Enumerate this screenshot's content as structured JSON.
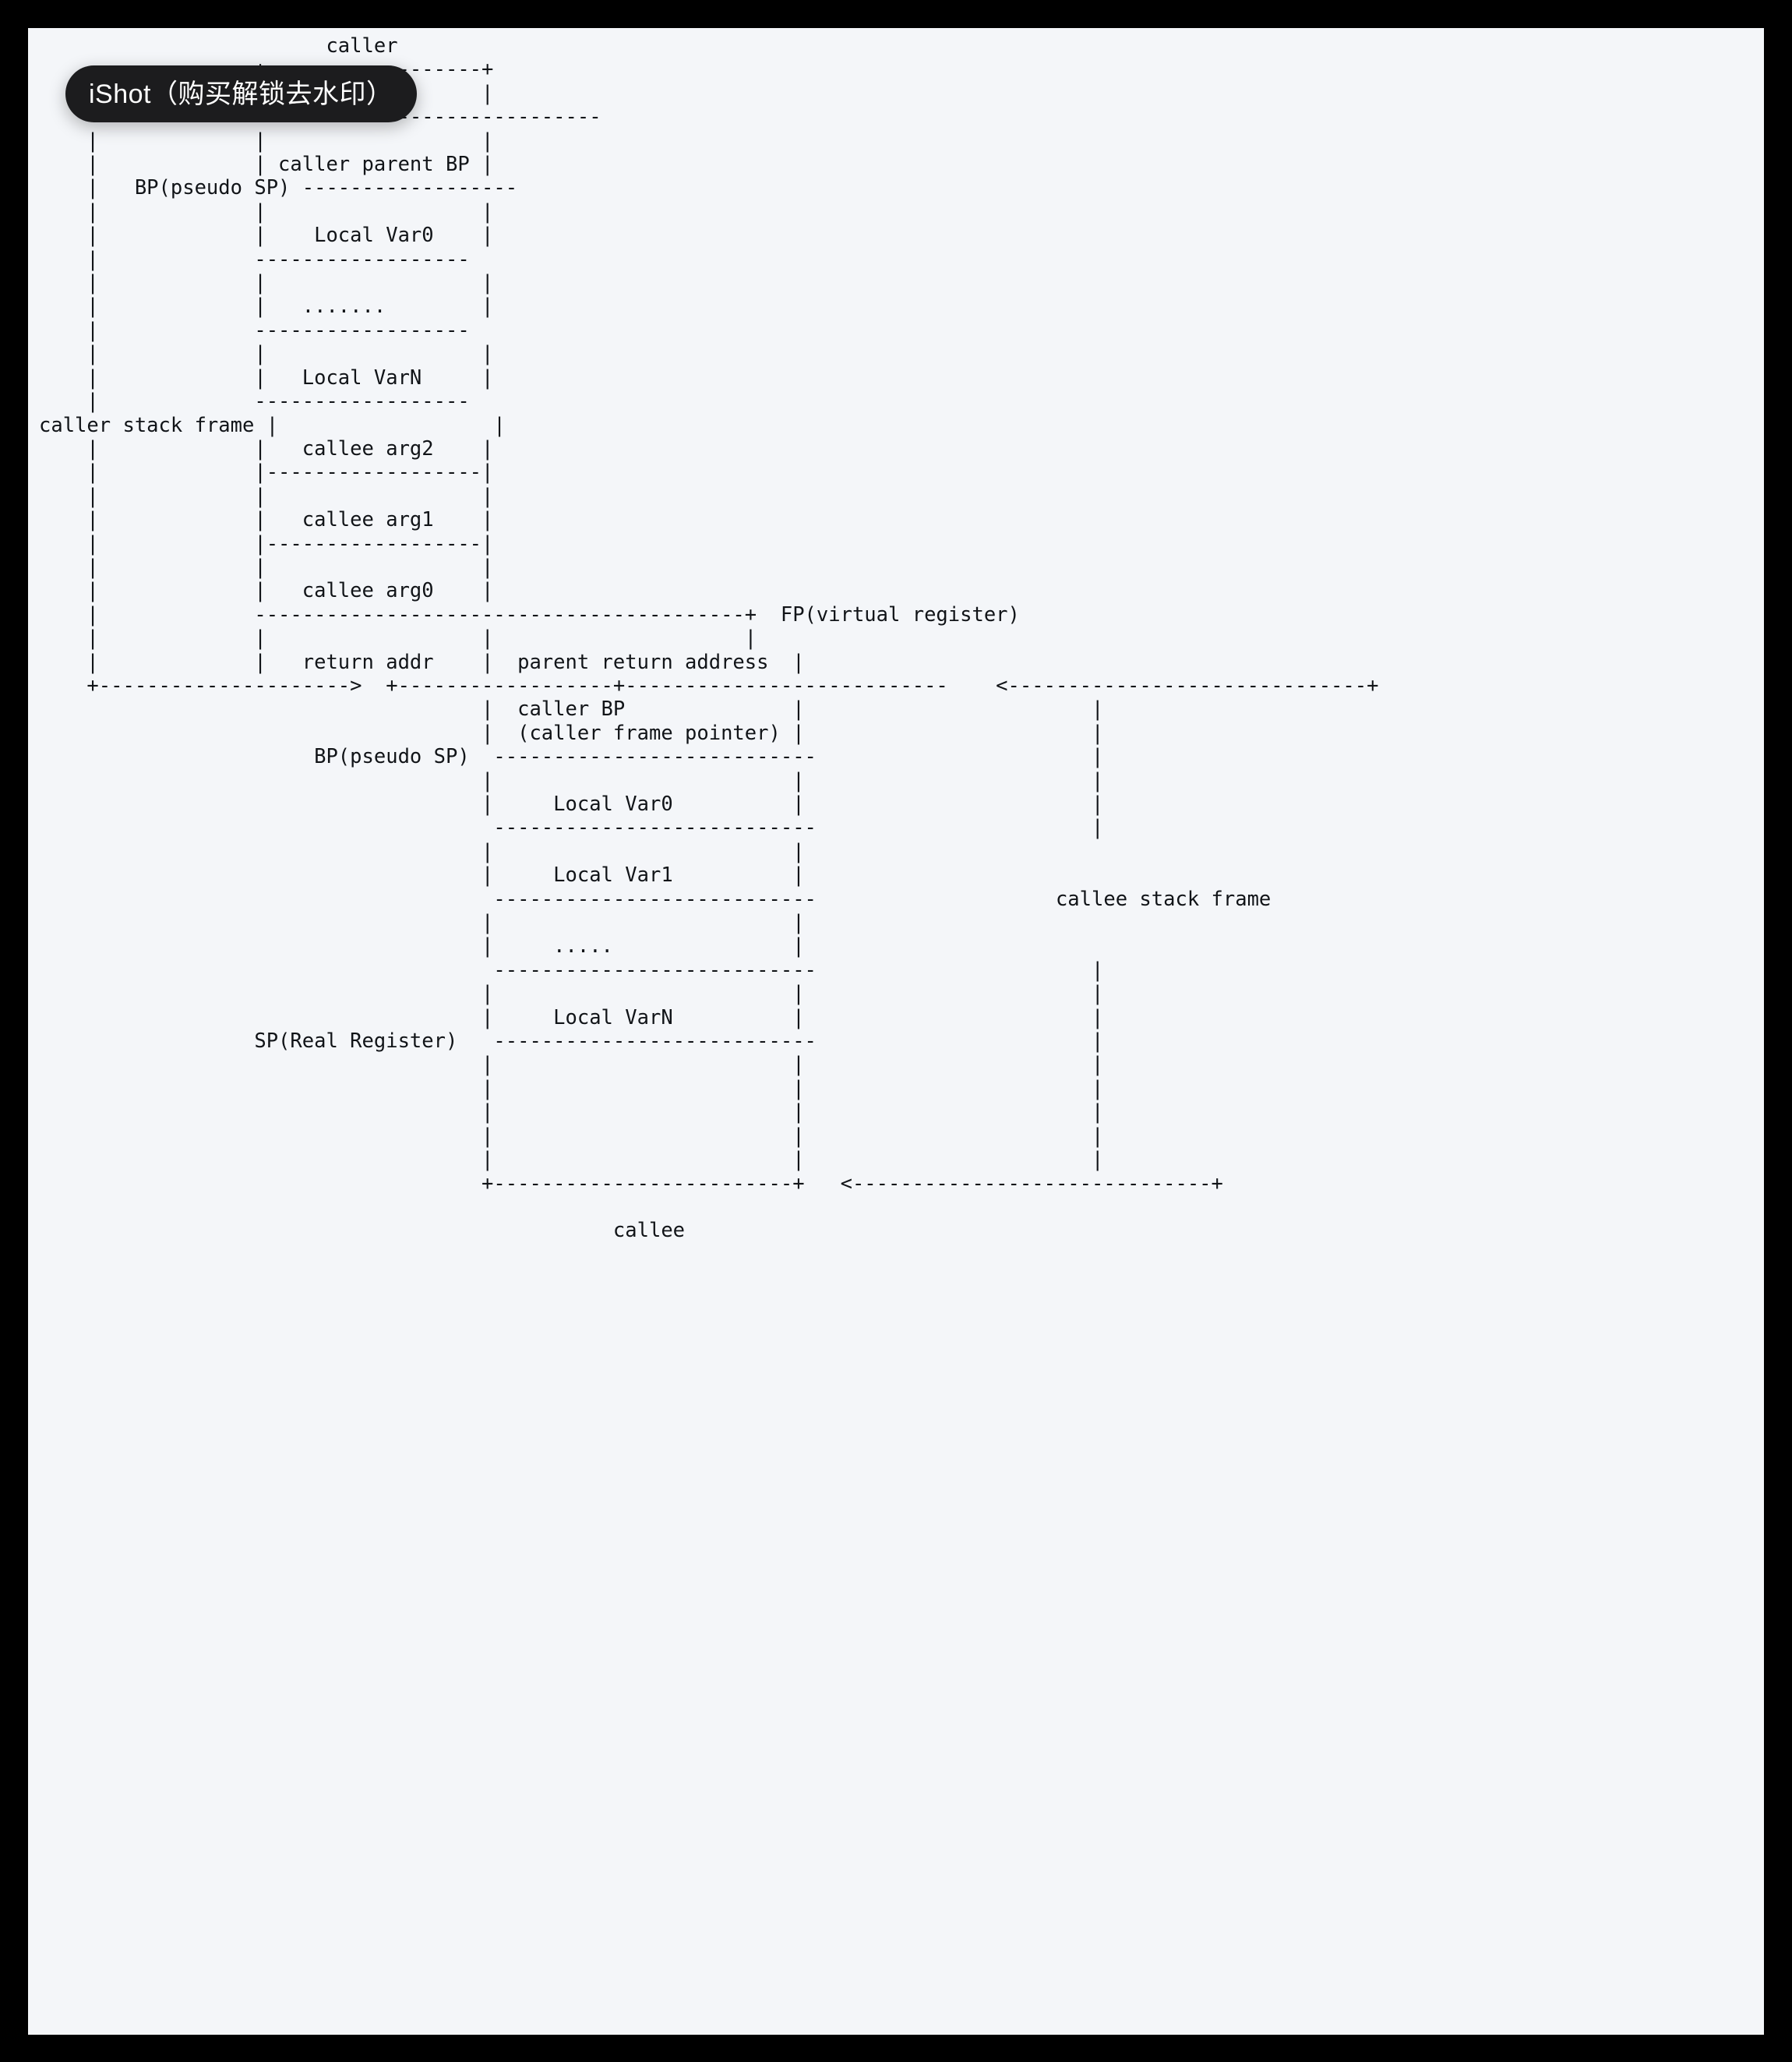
{
  "window": {
    "background_color": "#000000",
    "canvas_color": "#f4f6f9",
    "text_color": "#111418"
  },
  "watermark": {
    "label": "iShot（购买解锁去水印）",
    "background_color": "#1c1c1e",
    "text_color": "#ffffff"
  },
  "diagram": {
    "type": "ascii-art",
    "title_top": "caller",
    "title_bottom": "callee",
    "labels": {
      "caller_stack_frame": "caller stack frame",
      "callee_stack_frame": "callee stack frame",
      "fp_virtual_register": "FP(virtual register)",
      "sp_real_register": "SP(Real Register)",
      "bp_pseudo_sp": "BP(pseudo SP)"
    },
    "caller_frame_slots": [
      "caller parent BP",
      "Local Var0",
      ".......",
      "Local VarN",
      "callee arg2",
      "callee arg1",
      "callee arg0",
      "return addr"
    ],
    "callee_frame_slots": [
      "parent return address",
      "caller BP",
      "(caller frame pointer)",
      "Local Var0",
      "Local Var1",
      ".....",
      "Local VarN"
    ],
    "art": "                        caller\n                  +------------------+\n                  |                  |\n    +--------------------->  ------------------\n    |             |                  |\n    |             | caller parent BP |\n    |   BP(pseudo SP) ------------------\n    |             |                  |\n    |             |    Local Var0    |\n    |             ------------------\n    |             |                  |\n    |             |   .......        |\n    |             ------------------\n    |             |                  |\n    |             |   Local VarN     |\n    |             ------------------\ncaller stack frame |                  |\n    |             |   callee arg2    |\n    |             |------------------|\n    |             |                  |\n    |             |   callee arg1    |\n    |             |------------------|\n    |             |                  |\n    |             |   callee arg0    |\n    |             -----------------------------------------+  FP(virtual register)\n    |             |                  |                     |\n    |             |   return addr    |  parent return address  |\n    +--------------------->  +------------------+---------------------------    <------------------------------+\n                                     |  caller BP              |                        |\n                                     |  (caller frame pointer) |                        |\n                       BP(pseudo SP)  ---------------------------                       |\n                                     |                         |                        |\n                                     |     Local Var0          |                        |\n                                      ---------------------------                       |\n                                     |                         |\n                                     |     Local Var1          |\n                                      ---------------------------                    callee stack frame\n                                     |                         |\n                                     |     .....               |\n                                      ---------------------------                       |\n                                     |                         |                        |\n                                     |     Local VarN          |                        |\n                  SP(Real Register)   ---------------------------                       |\n                                     |                         |                        |\n                                     |                         |                        |\n                                     |                         |                        |\n                                     |                         |                        |\n                                     |                         |                        |\n                                     +-------------------------+   <------------------------------+\n\n                                                callee"
  }
}
